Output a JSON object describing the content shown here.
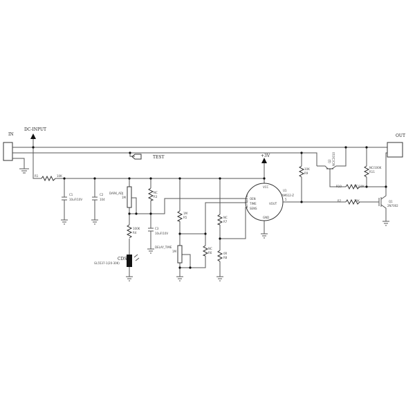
{
  "labels": {
    "in": "IN",
    "dc_input": "DC-INPUT",
    "out": "OUT",
    "test": "TEST",
    "plus3v": "+3V",
    "r1": "R1",
    "r1_val": "10K",
    "c1": "C1",
    "c1_val": "10uF/10V",
    "c2": "C2",
    "c2_val": "104",
    "dark_adj": "DARK_ADJ",
    "dark_adj_val": "1M",
    "r3": "R3",
    "r3_val": "NC",
    "r4": "R4",
    "r4_val": "100K",
    "c3": "C3",
    "c3_val": "10uF/10V",
    "cds": "CDS",
    "cds_val": "GL5537-1(20-30K)",
    "r5": "R5",
    "r5_val": "1M",
    "delay_time": "DELAY_TIME",
    "delay_time_val": "1M",
    "r6": "R6",
    "r6_val": "NC",
    "r7": "R7",
    "r7_val": "NC",
    "r8": "R8",
    "r8_val": "0R",
    "u1": "U1",
    "u1_val": "AM612-Z",
    "u1_oen": "OEN",
    "u1_time": "TIME",
    "u1_sens": "SENS",
    "u1_vout": "VOUT",
    "u1_vcc": "VCC",
    "u1_gnd": "GND",
    "pin2": "2",
    "pin8": "8",
    "pin1": "1",
    "pin5": "5",
    "r9": "R9",
    "r9_val": "10K",
    "q2": "Q2",
    "q2_val": "NC/C3010",
    "r11": "R11",
    "r11_val": "NC/100K",
    "r10": "R10",
    "r10_val": "NC/10K",
    "r2": "R2",
    "r2_val": "10K",
    "q1": "Q1",
    "q1_val": "2N7002"
  },
  "colors": {
    "wire": "#555555",
    "background": "#ffffff"
  }
}
